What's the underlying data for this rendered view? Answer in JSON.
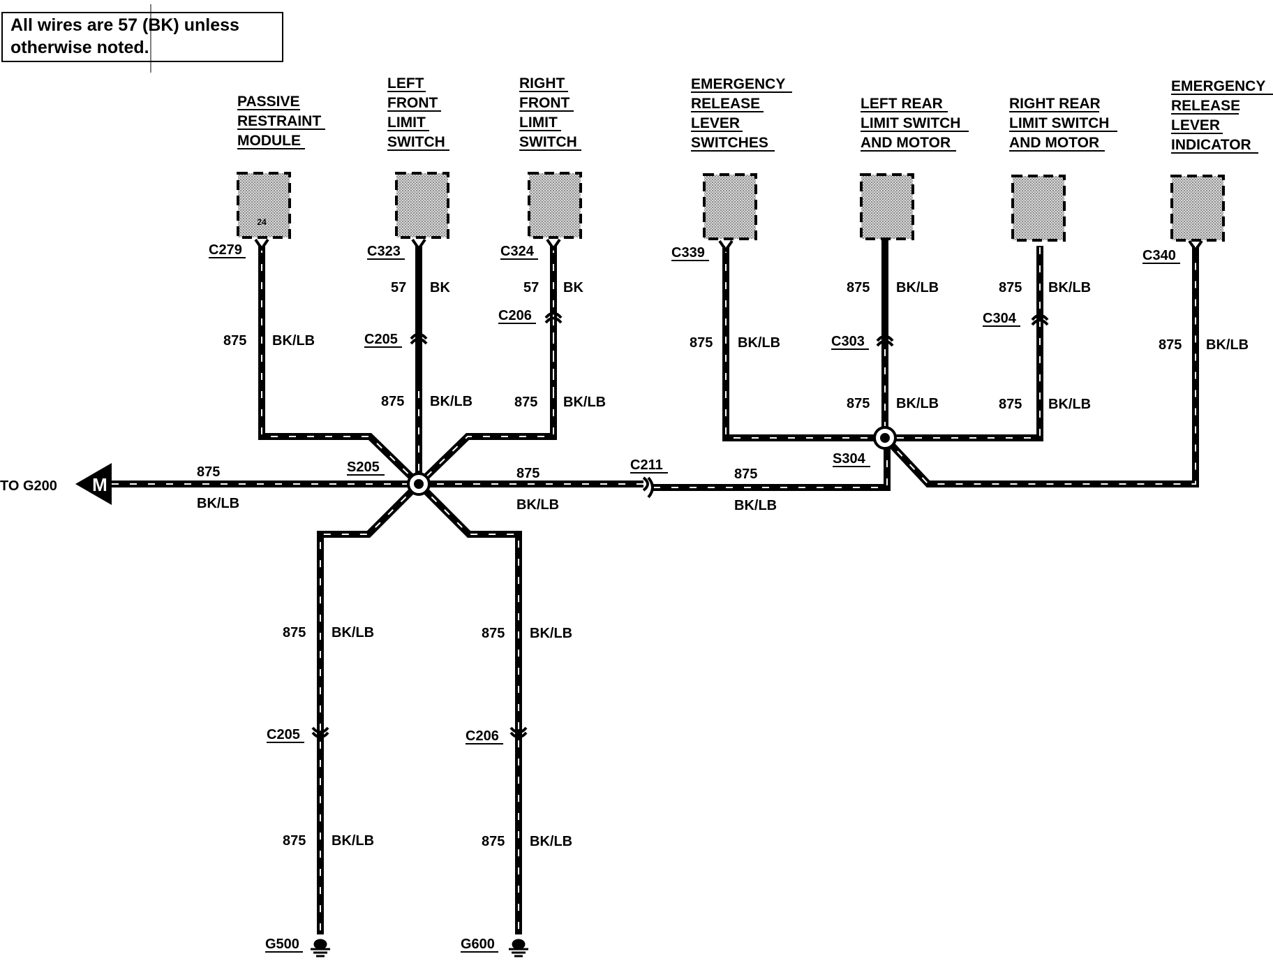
{
  "note": {
    "line1": "All wires are 57 (BK) unless",
    "line2": "otherwise noted."
  },
  "components": [
    {
      "lines": [
        "PASSIVE",
        "RESTRAINT",
        "MODULE"
      ],
      "pin": "24",
      "connector": "C279"
    },
    {
      "lines": [
        "LEFT",
        "FRONT",
        "LIMIT",
        "SWITCH"
      ],
      "connector": "C323"
    },
    {
      "lines": [
        "RIGHT",
        "FRONT",
        "LIMIT",
        "SWITCH"
      ],
      "connector": "C324"
    },
    {
      "lines": [
        "EMERGENCY",
        "RELEASE",
        "LEVER",
        "SWITCHES"
      ],
      "connector": "C339"
    },
    {
      "lines": [
        "LEFT REAR",
        "LIMIT SWITCH",
        "AND MOTOR"
      ]
    },
    {
      "lines": [
        "RIGHT REAR",
        "LIMIT SWITCH",
        "AND MOTOR"
      ]
    },
    {
      "lines": [
        "EMERGENCY",
        "RELEASE",
        "LEVER",
        "INDICATOR"
      ],
      "connector": "C340"
    }
  ],
  "wire_labels": {
    "circuit_875": "875",
    "color_bklb": "BK/LB",
    "circuit_57": "57",
    "color_bk": "BK"
  },
  "connectors": [
    "C205",
    "C206",
    "C303",
    "C304",
    "C211",
    "C205",
    "C206"
  ],
  "splices": [
    "S205",
    "S304"
  ],
  "grounds": [
    "G500",
    "G600"
  ],
  "to_ground": "TO G200",
  "to_ground_symbol": "M",
  "colors": {
    "wire": "#000000",
    "connector_fill": "#bdbdbd",
    "background": "#ffffff"
  }
}
